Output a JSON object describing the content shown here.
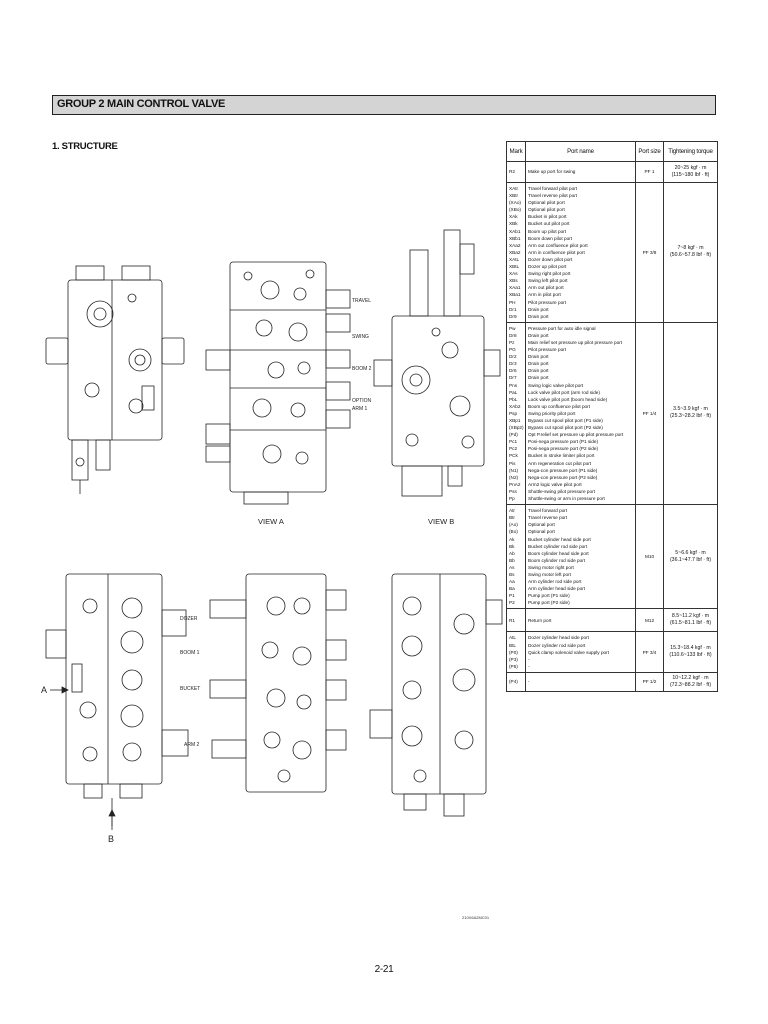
{
  "header": {
    "title": "GROUP  2  MAIN CONTROL VALVE"
  },
  "section": {
    "title": "1.  STRUCTURE"
  },
  "table": {
    "headers": {
      "mark": "Mark",
      "port_name": "Port name",
      "port_size": "Port size",
      "torque": "Tightening torque"
    },
    "groups": [
      {
        "marks": [
          "R2"
        ],
        "names": [
          "Make up port for swing"
        ],
        "size": "PF 1",
        "torque": [
          "20~25 kgf · m",
          "(115~180 lbf · ft)"
        ]
      },
      {
        "marks": [
          "XAtr",
          "XBtr",
          "(XAo)",
          "(XBo)",
          "XAk",
          "XBk",
          "XAb1",
          "XBb1",
          "XAa2",
          "XBa2",
          "XAtL",
          "XBtL",
          "XAs",
          "XBs",
          "XAa1",
          "XBa1",
          "PH",
          "Dr1",
          "Dr9"
        ],
        "names": [
          "Travel forward pilot port",
          "Travel reverse pilot port",
          "Optional pilot port",
          "Optional pilot port",
          "Bucket in pilot port",
          "Bucket out pilot port",
          "Boom up pilot port",
          "Boom down pilot port",
          "Arm out confluence pilot port",
          "Arm in confluence pilot port",
          "Dozer down pilot port",
          "Dozer up pilot port",
          "Swing right pilot port",
          "Swing left pilot port",
          "Arm out pilot port",
          "Arm in pilot port",
          "Pilot pressure port",
          "Drain port",
          "Drain port"
        ],
        "size": "PF 3/8",
        "torque": [
          "7~8 kgf · m",
          "(50.6~57.8 lbf · ft)"
        ]
      },
      {
        "marks": [
          "Pw",
          "Dr8",
          "Pz",
          "PG",
          "Dr2",
          "Dr3",
          "Dr6",
          "Dr7",
          "Pns",
          "PaL",
          "PbL",
          "XAb2",
          "Psp",
          "XBp1",
          "(XBp2)",
          "(Pd)",
          "Pc1",
          "Pc2",
          "PCk",
          "Pis",
          "(N1)",
          "(N2)",
          "PnA2",
          "Pss",
          "Pp"
        ],
        "names": [
          "Pressure port for auto idle signal",
          "Drain port",
          "Main relief set pressure up pilot pressure port",
          "Pilot pressure port",
          "Drain port",
          "Drain port",
          "Drain port",
          "Drain port",
          "Swing logic valve pilot port",
          "Lock valve pilot port (arm rod side)",
          "Lock valve pilot port (boom head side)",
          "Boom up confluence pilot port",
          "Swing priority pilot port",
          "Bypass cut spool pilot port (P1 side)",
          "Bypass cut spool pilot port (P2 side)",
          "Opt P.relief set pressure up pilot pressure port",
          "Posi-nega pressure port (P1 side)",
          "Posi-nega pressure port (P2 side)",
          "Bucket in stroke limiter pilot port",
          "Arm regeneration cut pilot port",
          "Nega-con pressure port (P1 side)",
          "Nega-con pressure port (P2 side)",
          "Arm2 logic valve pilot port",
          "Shuttle-swing pilot pressure port",
          "Shuttle-swing or arm in pressure port"
        ],
        "size": "PF 1/4",
        "torque": [
          "3.5~3.9 kgf · m",
          "(25.3~28.2 lbf · ft)"
        ]
      },
      {
        "marks": [
          "Atr",
          "Btr",
          "(Ao)",
          "(Bo)",
          "Ak",
          "Bk",
          "Ab",
          "Bb",
          "As",
          "Bs",
          "Aa",
          "Ba",
          "P1",
          "P2"
        ],
        "names": [
          "Travel forward port",
          "Travel reverse port",
          "Optional port",
          "Optional port",
          "Bucket cylinder head side port",
          "Bucket cylinder rod side port",
          "Boom cylinder head side port",
          "Boom cylinder rod side port",
          "Swing motor right port",
          "Swing motor left port",
          "Arm cylinder rod side port",
          "Arm cylinder head side port",
          "Pump port (P1 side)",
          "Pump port (P2 side)"
        ],
        "size": "M10",
        "torque": [
          "5~6.6 kgf · m",
          "(36.1~47.7 lbf · ft)"
        ]
      },
      {
        "marks": [
          "R1"
        ],
        "names": [
          "Return port"
        ],
        "size": "M12",
        "torque": [
          "8.5~11.2 kgf · m",
          "(61.5~81.1 lbf · ft)"
        ]
      },
      {
        "marks": [
          "AtL",
          "BtL",
          "(P0)",
          "(P3)",
          "(P5)"
        ],
        "names": [
          "Dozer cylinder head side port",
          "Dozer cylinder rod side port",
          "Quick clamp solenoid valve supply port",
          "-",
          "-"
        ],
        "size": "PF 3/4",
        "torque": [
          "15.3~18.4 kgf · m",
          "(110.6~133 lbf · ft)"
        ]
      },
      {
        "marks": [
          "(P4)"
        ],
        "names": [
          "-"
        ],
        "size": "PF 1/2",
        "torque": [
          "10~12.2 kgf · m",
          "(72.3~88.2 lbf · ft)"
        ]
      }
    ]
  },
  "drawing": {
    "view_a": "VIEW  A",
    "view_b": "VIEW  B",
    "marker_a": "A",
    "marker_b": "B",
    "labels_a": [
      "TRAVEL",
      "SWING",
      "BOOM 2",
      "OPTION",
      "ARM 1"
    ],
    "labels_b": [
      "DOZER",
      "BOOM 1",
      "BUCKET",
      "ARM 2"
    ],
    "ref_code": "210X6A2MC01"
  },
  "footer": {
    "page": "2-21"
  }
}
